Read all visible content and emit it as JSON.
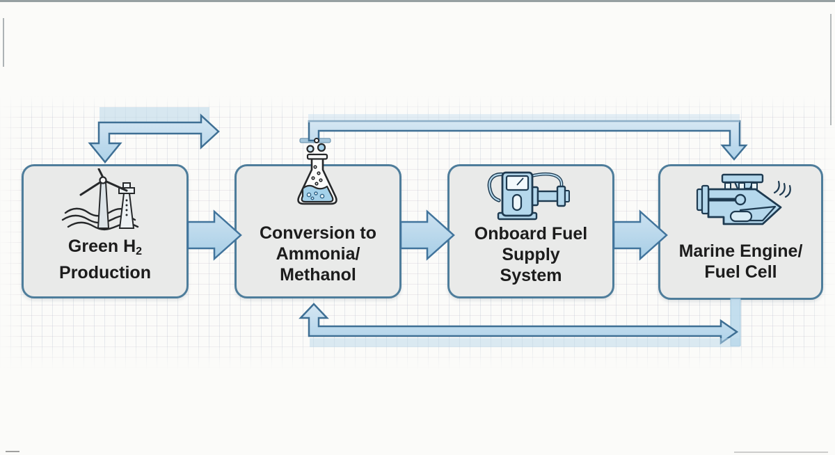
{
  "diagram": {
    "subject": "hydrogen-marine-fuel-process-flow"
  },
  "palette": {
    "background": "#fbfbf9",
    "box_fill": "#e9eae9",
    "box_border": "#4e7d9b",
    "arrow_fill": "#b9d8ec",
    "arrow_stroke": "#3e6f94",
    "band_fill": "#b9d7ea",
    "icon_blue": "#b5d8ec",
    "icon_outline_dark": "#1e3a50",
    "icon_outline_black": "#26282a",
    "liquid_blue": "#a4d1ea",
    "text_color": "#1c1c1c"
  },
  "flow": {
    "boxes": [
      {
        "icon": "offshore-wind-turbine-icon",
        "label": {
          "line1_pre": "Green H",
          "line1_sub": "2",
          "line2": "Production"
        }
      },
      {
        "icon": "chemical-flask-icon",
        "lines": [
          "Conversion to",
          "Ammonia/",
          "Methanol"
        ]
      },
      {
        "icon": "fuel-pump-icon",
        "lines": [
          "Onboard Fuel",
          "Supply",
          "System"
        ]
      },
      {
        "icon": "marine-engine-icon",
        "lines": [
          "Marine Engine/",
          "Fuel Cell"
        ]
      }
    ],
    "arrows": [
      {
        "name": "input-elbow-arrow-top-left"
      },
      {
        "name": "flow-arrow-box1-box2"
      },
      {
        "name": "flow-arrow-box2-box3"
      },
      {
        "name": "flow-arrow-box3-box4"
      },
      {
        "name": "bypass-arrow-top"
      },
      {
        "name": "return-arrow-bottom"
      }
    ]
  }
}
